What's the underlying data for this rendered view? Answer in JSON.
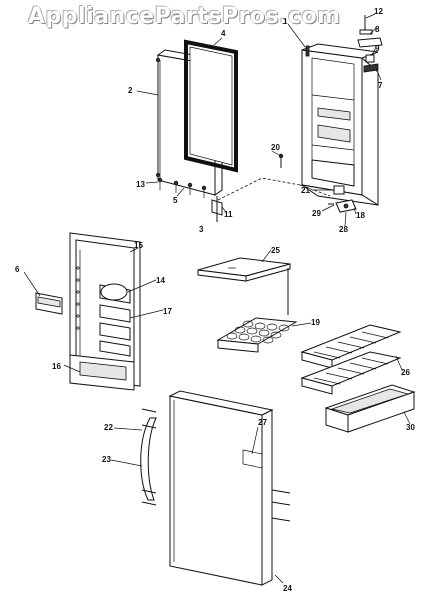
{
  "watermark": {
    "text": "AppliancePartsPros.com"
  },
  "callouts": [
    {
      "id": "c1",
      "label": "1"
    },
    {
      "id": "c2",
      "label": "2"
    },
    {
      "id": "c3",
      "label": "3"
    },
    {
      "id": "c4",
      "label": "4"
    },
    {
      "id": "c5",
      "label": "5"
    },
    {
      "id": "c6",
      "label": "6"
    },
    {
      "id": "c7",
      "label": "7"
    },
    {
      "id": "c8",
      "label": "8"
    },
    {
      "id": "c9",
      "label": "9"
    },
    {
      "id": "c11",
      "label": "11"
    },
    {
      "id": "c12",
      "label": "12"
    },
    {
      "id": "c13",
      "label": "13"
    },
    {
      "id": "c14",
      "label": "14"
    },
    {
      "id": "c15",
      "label": "15"
    },
    {
      "id": "c16",
      "label": "16"
    },
    {
      "id": "c17",
      "label": "17"
    },
    {
      "id": "c18",
      "label": "18"
    },
    {
      "id": "c19",
      "label": "19"
    },
    {
      "id": "c20",
      "label": "20"
    },
    {
      "id": "c21",
      "label": "21"
    },
    {
      "id": "c22",
      "label": "22"
    },
    {
      "id": "c23",
      "label": "23"
    },
    {
      "id": "c24",
      "label": "24"
    },
    {
      "id": "c25",
      "label": "25"
    },
    {
      "id": "c26",
      "label": "26"
    },
    {
      "id": "c27",
      "label": "27"
    },
    {
      "id": "c28",
      "label": "28"
    },
    {
      "id": "c29",
      "label": "29"
    },
    {
      "id": "c30",
      "label": "30"
    }
  ]
}
